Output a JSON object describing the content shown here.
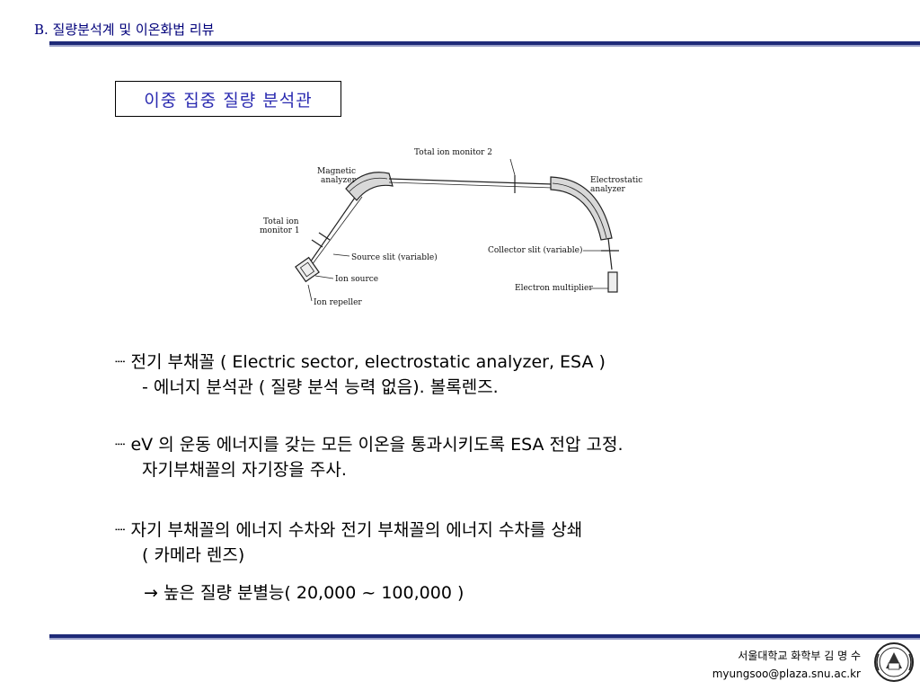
{
  "header": {
    "title": "B. 질량분석계 및 이온화법 리뷰"
  },
  "box_title": "이중 집중 질량 분석관",
  "diagram": {
    "labels": {
      "total_ion_monitor_2": "Total ion monitor 2",
      "magnetic_1": "Magnetic",
      "magnetic_2": "analyzer",
      "electrostatic_1": "Electrostatic",
      "electrostatic_2": "analyzer",
      "total_ion_1_1": "Total ion",
      "total_ion_1_2": "monitor 1",
      "source_slit": "Source slit (variable)",
      "ion_source": "Ion source",
      "ion_repeller": "Ion repeller",
      "collector_slit": "Collector slit (variable)",
      "electron_multiplier": "Electron multiplier"
    }
  },
  "bullets": [
    {
      "line1": "┈ 전기 부채꼴 ( Electric sector, electrostatic analyzer, ESA )",
      "line2": "- 에너지 분석관 ( 질량 분석 능력 없음). 볼록렌즈."
    },
    {
      "line1": "┈ eV 의 운동 에너지를 갖는 모든 이온을 통과시키도록 ESA 전압 고정.",
      "line2": "자기부채꼴의 자기장을 주사."
    },
    {
      "line1": "┈ 자기 부채꼴의 에너지 수차와 전기 부채꼴의 에너지 수차를 상쇄",
      "line2": "( 카메라 렌즈)"
    }
  ],
  "result": "→  높은 질량 분별능( 20,000 ~ 100,000 )",
  "footer": {
    "name": "서울대학교 화학부 김 명 수",
    "email": "myungsoo@plaza.snu.ac.kr",
    "seal_icon": "university-seal-icon"
  }
}
